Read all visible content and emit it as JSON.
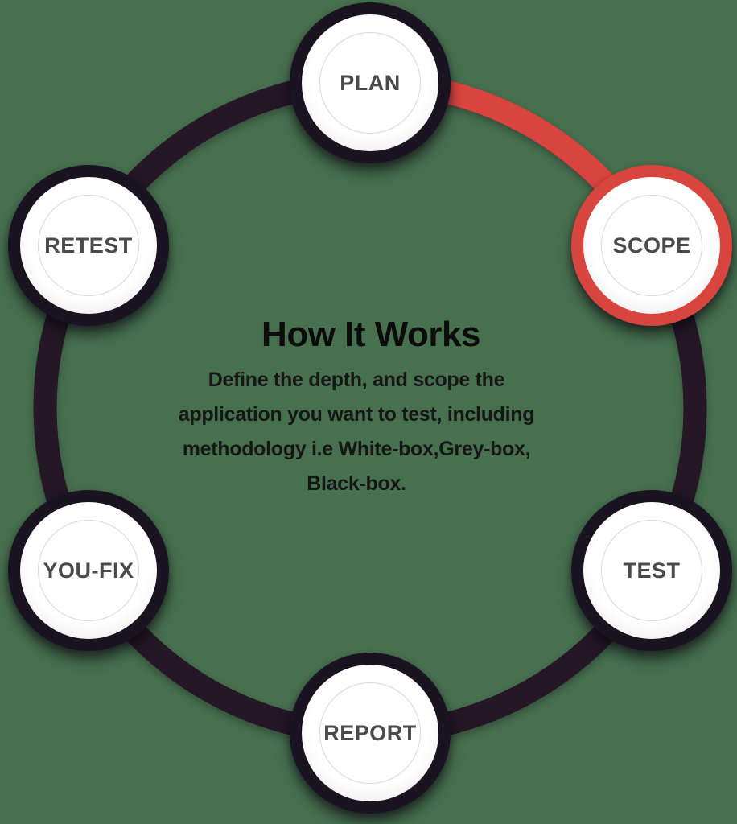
{
  "center": {
    "title": "How It Works",
    "description_lines": [
      "Define the depth, and scope the",
      "application you want to test, including",
      "methodology i.e White-box,Grey-box,",
      "Black-box."
    ]
  },
  "nodes": [
    {
      "id": "plan",
      "label": "PLAN",
      "state": "default"
    },
    {
      "id": "scope",
      "label": "SCOPE",
      "state": "active"
    },
    {
      "id": "test",
      "label": "TEST",
      "state": "default"
    },
    {
      "id": "report",
      "label": "REPORT",
      "state": "default"
    },
    {
      "id": "youfix",
      "label": "YOU-FIX",
      "state": "default"
    },
    {
      "id": "retest",
      "label": "RETEST",
      "state": "default"
    }
  ],
  "colors": {
    "background": "#47704f",
    "ring": "#251726",
    "node_ring": "#191322",
    "active_ring": "#d8453e",
    "node_fill": "#ffffff",
    "inner_outline": "#d9d9d9",
    "label": "#4a4a4a",
    "title": "#0c0c0c",
    "body": "#161616"
  }
}
